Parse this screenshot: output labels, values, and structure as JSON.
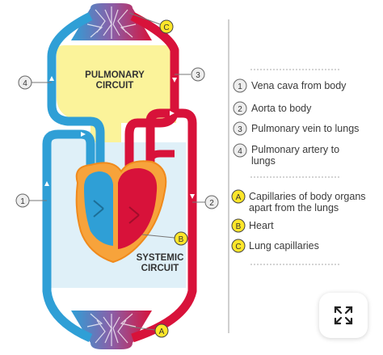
{
  "diagram": {
    "pulmonary_label": [
      "PULMONARY",
      "CIRCUIT"
    ],
    "systemic_label": [
      "SYSTEMIC",
      "CIRCUIT"
    ],
    "markers": {
      "n1": "1",
      "n2": "2",
      "n3": "3",
      "n4": "4",
      "A": "A",
      "B": "B",
      "C": "C"
    }
  },
  "legend": {
    "numbered": [
      {
        "num": "1",
        "lines": [
          "Vena cava from body"
        ]
      },
      {
        "num": "2",
        "lines": [
          "Aorta to body"
        ]
      },
      {
        "num": "3",
        "lines": [
          "Pulmonary vein to lungs"
        ]
      },
      {
        "num": "4",
        "lines": [
          "Pulmonary artery to",
          "lungs"
        ]
      }
    ],
    "lettered": [
      {
        "letter": "A",
        "lines": [
          "Capillaries of body organs",
          "apart from the lungs"
        ]
      },
      {
        "letter": "B",
        "lines": [
          "Heart"
        ]
      },
      {
        "letter": "C",
        "lines": [
          "Lung capillaries"
        ]
      }
    ]
  },
  "colors": {
    "oxygenated": "#d8123a",
    "deoxygenated": "#2f9fd6",
    "pulmonary_fill": "#fbf39a",
    "systemic_fill": "#dff0f8",
    "heart_outline": "#f08a1c",
    "marker_yellow": "#fde62a"
  },
  "controls": {
    "expand_icon": "expand-icon"
  }
}
